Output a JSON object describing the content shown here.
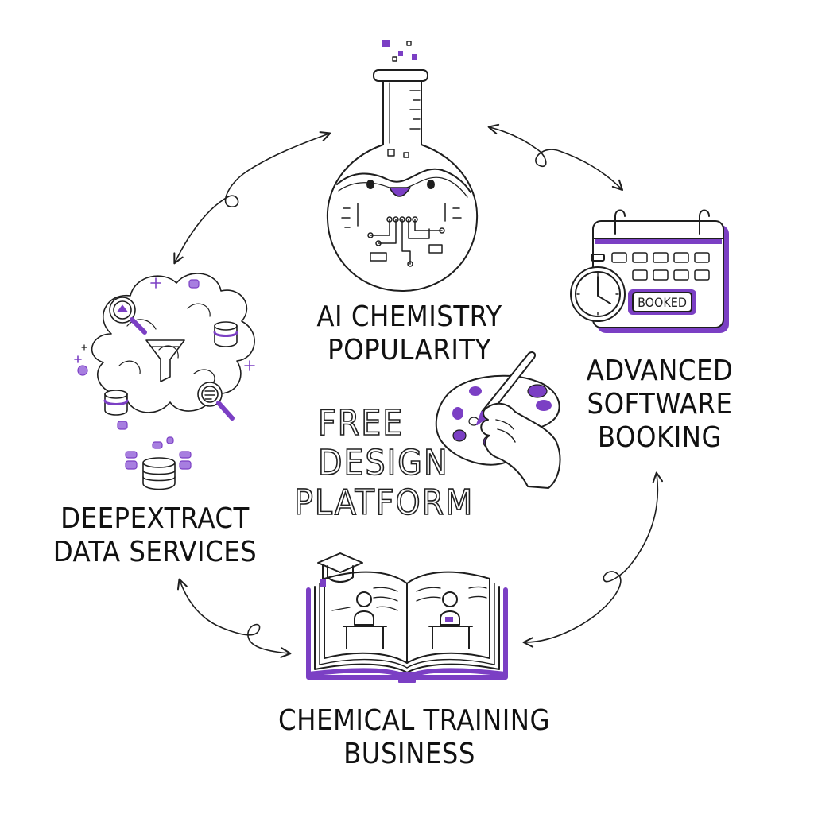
{
  "nodes": [
    {
      "id": "ai-chemistry",
      "label_lines": [
        "AI CHEMISTRY",
        "POPULARITY"
      ],
      "icon": "flask-with-circuit-face-icon"
    },
    {
      "id": "software-booking",
      "label_lines": [
        "ADVANCED",
        "SOFTWARE",
        "BOOKING"
      ],
      "icon": "calendar-clock-icon",
      "badge": "BOOKED"
    },
    {
      "id": "chemical-training",
      "label_lines": [
        "CHEMICAL TRAINING",
        "BUSINESS"
      ],
      "icon": "open-book-classroom-icon"
    },
    {
      "id": "deepextract",
      "label_lines": [
        "DEEPEXTRACT",
        "DATA SERVICES"
      ],
      "icon": "data-cloud-funnel-icon"
    }
  ],
  "center": {
    "label_lines": [
      "FREE",
      "DESIGN",
      "PLATFORM"
    ],
    "icon": "paint-palette-hand-icon"
  },
  "colors": {
    "accent": "#7b3fc4",
    "accent_light": "#a77ee0",
    "line": "#1e1e1e",
    "background": "#ffffff"
  }
}
